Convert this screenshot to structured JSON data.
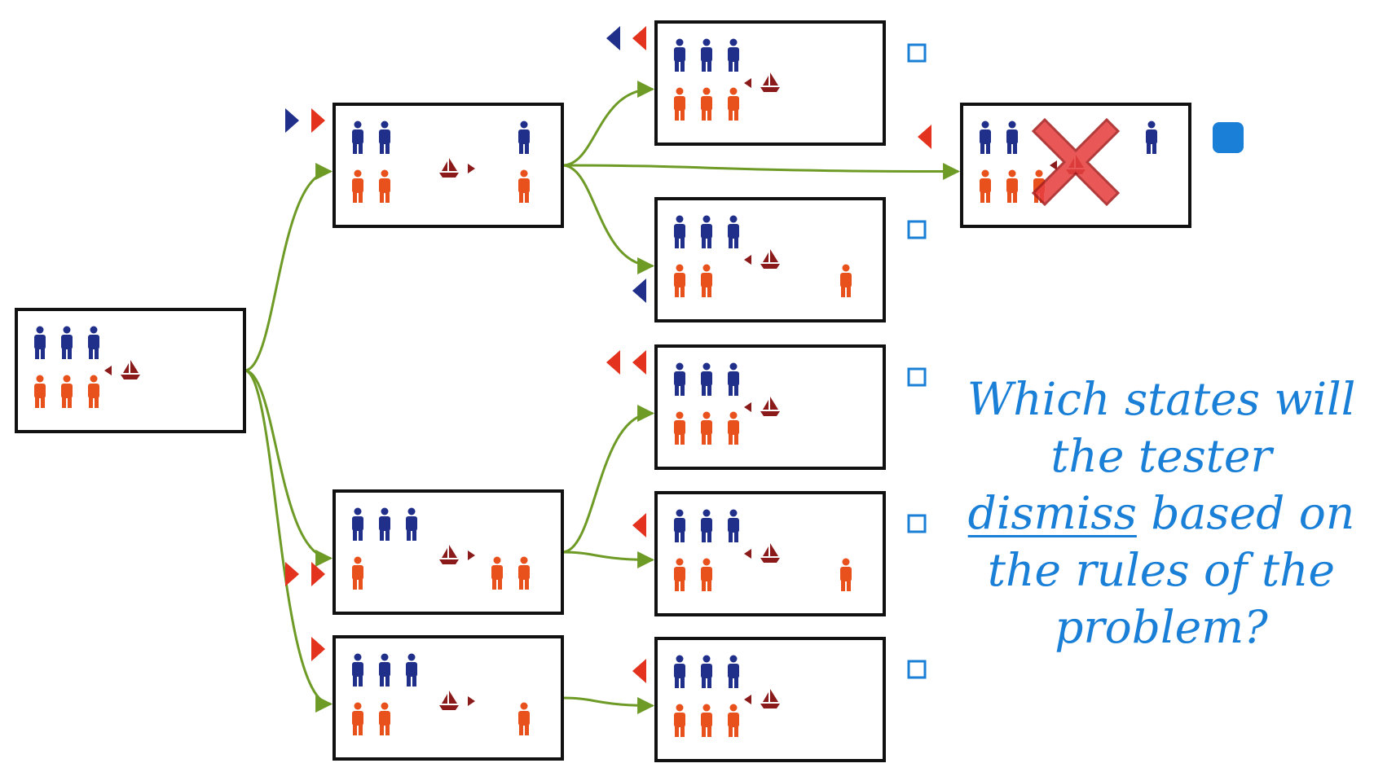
{
  "colors": {
    "missionary": "#1f2f8a",
    "cannibal": "#e8501c",
    "boat": "#8b1a1a",
    "arrow": "#6e9a26",
    "move_marker_red": "#e3321e",
    "move_marker_blue": "#1f2f8a",
    "checkbox": "#1a7fd6",
    "reject_x": "#e84040",
    "question_text": "#1a7fd6",
    "box_border": "#111111"
  },
  "icons": {
    "missionary": "person-icon",
    "cannibal": "person-icon",
    "boat": "sailboat-icon",
    "move_marker": "triangle-icon",
    "status": "checkbox-icon",
    "rejected": "x-mark-icon"
  },
  "states": [
    {
      "id": "root",
      "left": {
        "m": 3,
        "c": 3
      },
      "right": {
        "m": 0,
        "c": 0
      },
      "boat": "left"
    },
    {
      "id": "a",
      "left": {
        "m": 2,
        "c": 2
      },
      "right": {
        "m": 1,
        "c": 1
      },
      "boat": "right",
      "moves": [
        "missionary",
        "cannibal"
      ]
    },
    {
      "id": "b",
      "left": {
        "m": 3,
        "c": 1
      },
      "right": {
        "m": 0,
        "c": 2
      },
      "boat": "right",
      "moves": [
        "cannibal",
        "cannibal"
      ]
    },
    {
      "id": "c",
      "left": {
        "m": 3,
        "c": 2
      },
      "right": {
        "m": 0,
        "c": 1
      },
      "boat": "right",
      "moves": [
        "cannibal"
      ]
    },
    {
      "id": "a1",
      "left": {
        "m": 3,
        "c": 3
      },
      "right": {
        "m": 0,
        "c": 0
      },
      "boat": "left",
      "moves": [
        "missionary",
        "cannibal"
      ],
      "checked": false
    },
    {
      "id": "a2",
      "left": {
        "m": 2,
        "c": 3
      },
      "right": {
        "m": 1,
        "c": 0
      },
      "boat": "left",
      "moves": [
        "cannibal"
      ],
      "checked": true,
      "rejected": true
    },
    {
      "id": "a3",
      "left": {
        "m": 3,
        "c": 2
      },
      "right": {
        "m": 0,
        "c": 1
      },
      "boat": "left",
      "moves": [
        "missionary"
      ],
      "checked": false
    },
    {
      "id": "b1",
      "left": {
        "m": 3,
        "c": 3
      },
      "right": {
        "m": 0,
        "c": 0
      },
      "boat": "left",
      "moves": [
        "cannibal",
        "cannibal"
      ],
      "checked": false
    },
    {
      "id": "b2",
      "left": {
        "m": 3,
        "c": 2
      },
      "right": {
        "m": 0,
        "c": 1
      },
      "boat": "left",
      "moves": [
        "cannibal"
      ],
      "checked": false
    },
    {
      "id": "c1",
      "left": {
        "m": 3,
        "c": 3
      },
      "right": {
        "m": 0,
        "c": 0
      },
      "boat": "left",
      "moves": [
        "cannibal"
      ],
      "checked": false
    }
  ],
  "edges": [
    [
      "root",
      "a"
    ],
    [
      "root",
      "b"
    ],
    [
      "root",
      "c"
    ],
    [
      "a",
      "a1"
    ],
    [
      "a",
      "a2"
    ],
    [
      "a",
      "a3"
    ],
    [
      "b",
      "b1"
    ],
    [
      "b",
      "b2"
    ],
    [
      "c",
      "c1"
    ]
  ],
  "question": {
    "line1": "Which states will",
    "line2": "the tester",
    "line3_underlined": "dismiss",
    "line3_rest": " based on",
    "line4": "the rules of the",
    "line5": "problem?"
  }
}
